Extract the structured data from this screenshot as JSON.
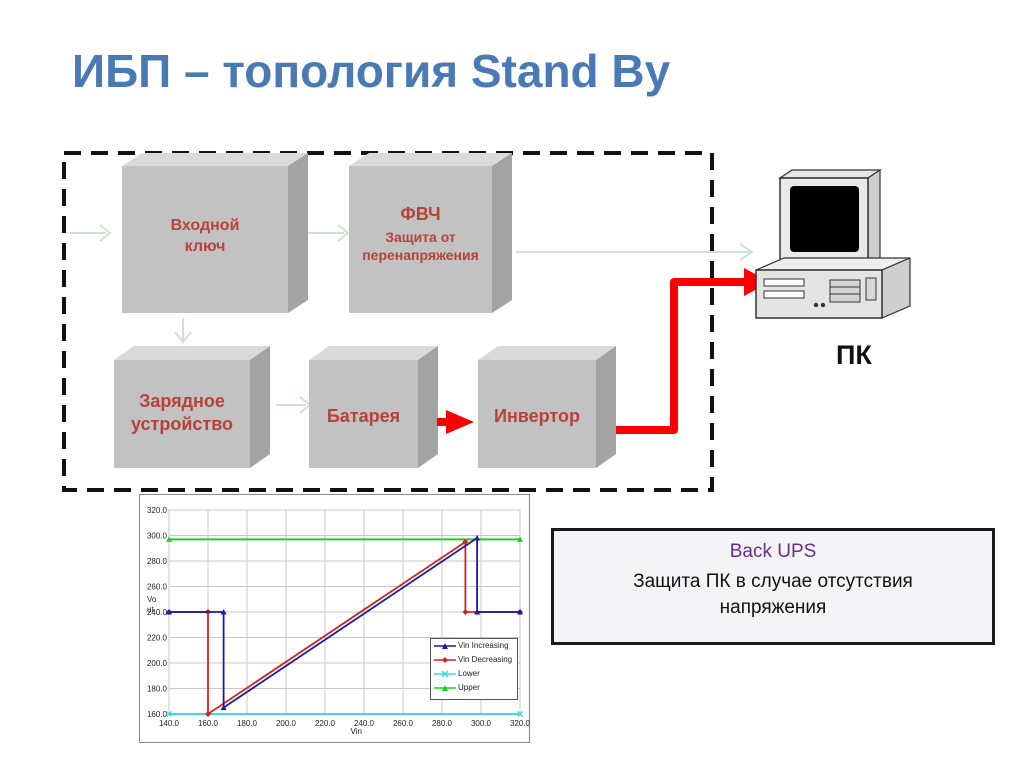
{
  "title": "ИБП – топология Stand By",
  "blocks": {
    "input_switch": "Входной\nключ",
    "filter_title": "ФВЧ",
    "filter_sub": "Защита от\nперенапряжения",
    "charger": "Зарядное\nустройство",
    "battery": "Батарея",
    "inverter": "Инвертор"
  },
  "pc_label": "ПК",
  "info": {
    "title": "Back UPS",
    "text": "Защита ПК в случае отсутствия\nнапряжения"
  },
  "colors": {
    "title": "#4a7ab5",
    "block_text": "#b8413b",
    "power_path": "#ff0000",
    "info_title": "#6a2c8a"
  },
  "chart_data": {
    "type": "line",
    "xlabel": "Vin",
    "ylabel": "Vo\nut",
    "xlim": [
      140,
      320
    ],
    "ylim": [
      160,
      320
    ],
    "x_ticks": [
      "140.0",
      "160.0",
      "180.0",
      "200.0",
      "220.0",
      "240.0",
      "260.0",
      "280.0",
      "300.0",
      "320.0"
    ],
    "y_ticks": [
      "160.0",
      "180.0",
      "200.0",
      "220.0",
      "240.0",
      "260.0",
      "280.0",
      "300.0",
      "320.0"
    ],
    "series": [
      {
        "name": "Vin Increasing",
        "color": "#1a1aa8",
        "marker": "triangle",
        "x": [
          140,
          168,
          168,
          298,
          298,
          320
        ],
        "y": [
          240,
          240,
          165,
          298,
          240,
          240
        ]
      },
      {
        "name": "Vin Decreasing",
        "color": "#d42020",
        "marker": "diamond",
        "x": [
          320,
          292,
          292,
          160,
          160,
          140
        ],
        "y": [
          240,
          240,
          295,
          160,
          240,
          240
        ]
      },
      {
        "name": "Lower",
        "color": "#40d8e8",
        "marker": "x",
        "x": [
          140,
          320
        ],
        "y": [
          160,
          160
        ]
      },
      {
        "name": "Upper",
        "color": "#22cc22",
        "marker": "triangle",
        "x": [
          140,
          320
        ],
        "y": [
          297,
          297
        ]
      }
    ],
    "legend": "bottom-right",
    "grid": true
  }
}
